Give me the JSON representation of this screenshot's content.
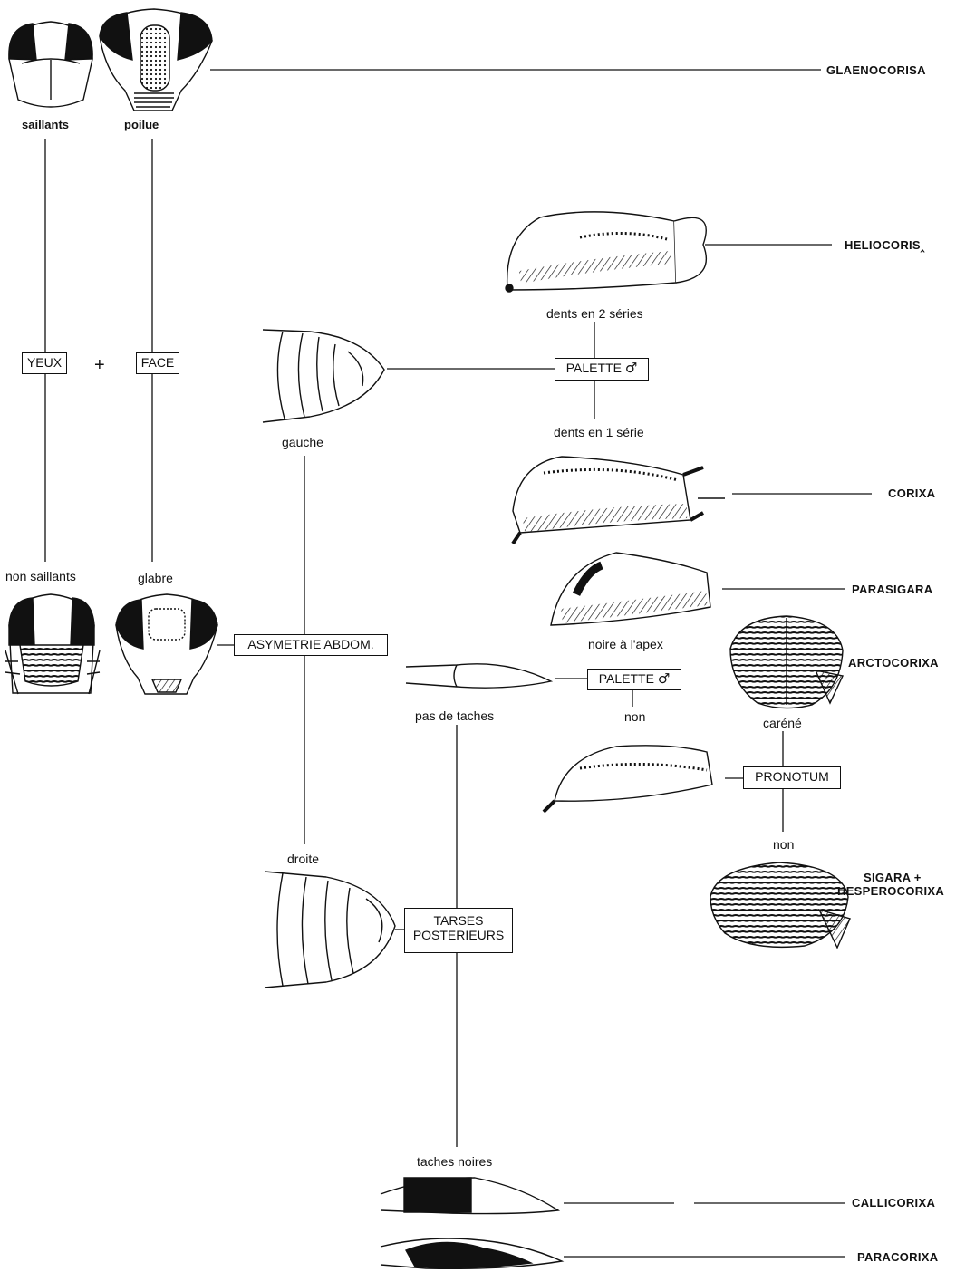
{
  "labels": {
    "saillants": "saillants",
    "poilue": "poilue",
    "non_saillants": "non saillants",
    "glabre": "glabre",
    "plus_sign": "+",
    "gauche": "gauche",
    "droite": "droite",
    "dents_2": "dents en 2 séries",
    "dents_1": "dents en 1 série",
    "noire_apex": "noire à l'apex",
    "non_palette": "non",
    "pas_taches": "pas de taches",
    "carene": "caréné",
    "non_pronotum": "non",
    "taches_noires": "taches noires"
  },
  "boxes": {
    "yeux": "YEUX",
    "face": "FACE",
    "asymetrie": "ASYMETRIE ABDOM.",
    "palette_1": "PALETTE",
    "palette_2": "PALETTE",
    "pronotum": "PRONOTUM",
    "tarses_1": "TARSES",
    "tarses_2": "POSTERIEURS",
    "male_symbol": "♂"
  },
  "genera": {
    "glaenocorisa": "GLAENOCORISA",
    "heliocorisa": "HELIOCORIS‸",
    "corixa": "CORIXA",
    "parasigara": "PARASIGARA",
    "arctocorixa": "ARCTOCORIXA",
    "sigara": "SIGARA +",
    "hesperocorixa": "HESPEROCORIXA",
    "callicorixa": "CALLICORIXA",
    "paracorixa": "PARACORIXA"
  }
}
